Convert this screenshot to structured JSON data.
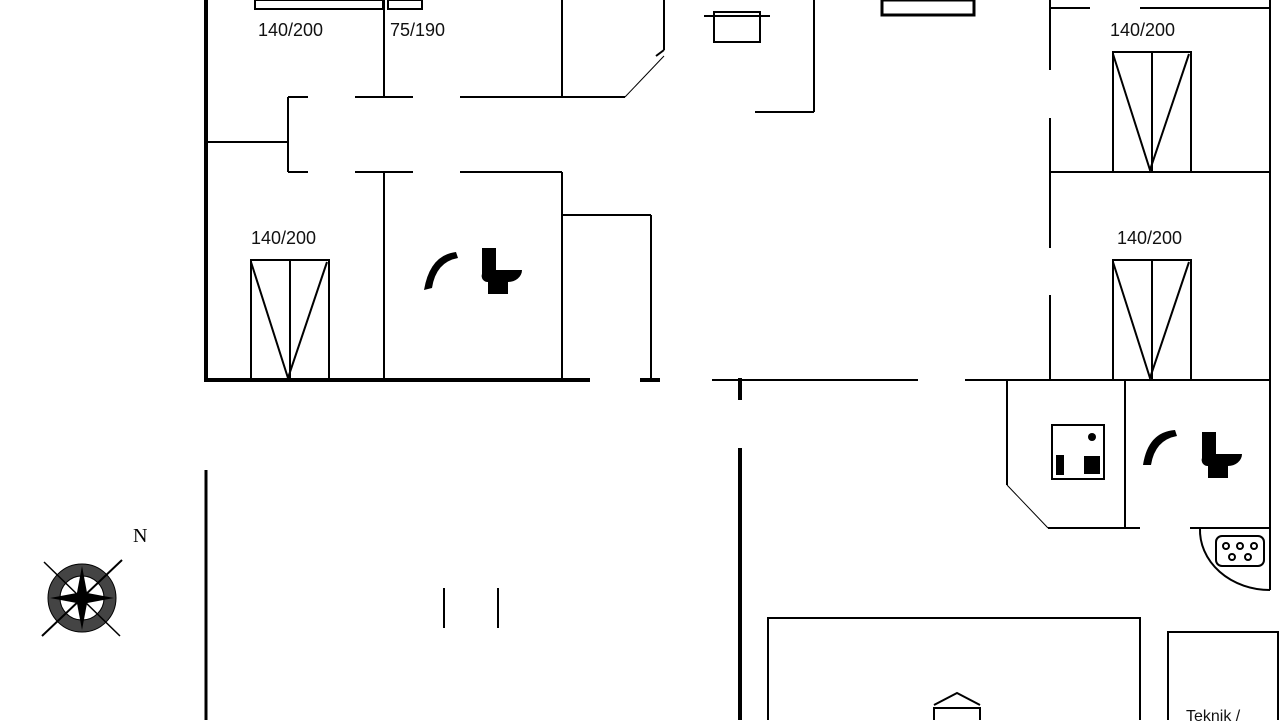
{
  "floorplan": {
    "bed_labels": [
      "140/200",
      "75/190",
      "140/200",
      "140/200",
      "140/200"
    ],
    "compass_label": "N",
    "room_label_technical": "Teknik /"
  },
  "colors": {
    "wall": "#000000",
    "background": "#ffffff"
  }
}
